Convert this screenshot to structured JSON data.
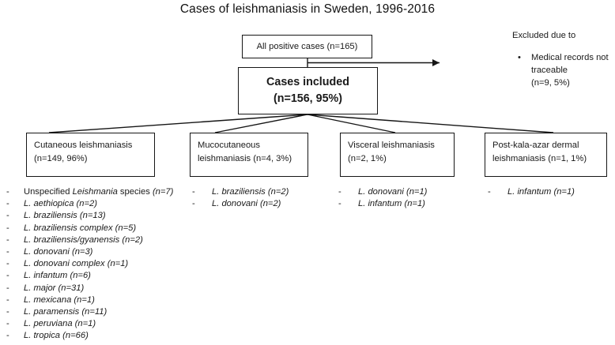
{
  "title": "Cases of leishmaniasis in Sweden, 1996-2016",
  "boxes": {
    "all_positive": "All positive cases (n=165)",
    "cases_included_line1": "Cases included",
    "cases_included_line2": "(n=156, 95%)",
    "cutaneous_line1": "Cutaneous leishmaniasis",
    "cutaneous_line2": "(n=149, 96%)",
    "mucocutaneous_line1": "Mucocutaneous",
    "mucocutaneous_line2": "leishmaniasis (n=4, 3%)",
    "visceral_line1": "Visceral leishmaniasis",
    "visceral_line2": "(n=2, 1%)",
    "postkalaazar_line1": "Post-kala-azar dermal",
    "postkalaazar_line2": "leishmaniasis (n=1, 1%)"
  },
  "excluded": {
    "heading": "Excluded due to",
    "bullet_glyph": "•",
    "item_line1": "Medical records not traceable",
    "item_line2": "(n=9, 5%)"
  },
  "dash_glyph": "-",
  "species": {
    "cutaneous": [
      {
        "prefix": "Unspecified ",
        "name": "Leishmania",
        "suffix": " species",
        "count": "(n=7)"
      },
      {
        "prefix": "",
        "name": "L. aethiopica",
        "suffix": "",
        "count": "(n=2)"
      },
      {
        "prefix": "",
        "name": "L. braziliensis",
        "suffix": "",
        "count": "(n=13)"
      },
      {
        "prefix": "",
        "name": "L. braziliensis complex",
        "suffix": "",
        "count": "(n=5)"
      },
      {
        "prefix": "",
        "name": "L. braziliensis/gyanensis",
        "suffix": "",
        "count": "(n=2)"
      },
      {
        "prefix": "",
        "name": "L. donovani",
        "suffix": "",
        "count": "(n=3)"
      },
      {
        "prefix": "",
        "name": "L. donovani complex",
        "suffix": "",
        "count": "(n=1)"
      },
      {
        "prefix": "",
        "name": "L. infantum",
        "suffix": "",
        "count": "(n=6)"
      },
      {
        "prefix": "",
        "name": "L. major",
        "suffix": "",
        "count": "(n=31)"
      },
      {
        "prefix": "",
        "name": "L. mexicana",
        "suffix": "",
        "count": "(n=1)"
      },
      {
        "prefix": "",
        "name": "L. paramensis",
        "suffix": "",
        "count": "(n=11)"
      },
      {
        "prefix": "",
        "name": "L. peruviana",
        "suffix": "",
        "count": "(n=1)"
      },
      {
        "prefix": "",
        "name": "L. tropica",
        "suffix": "",
        "count": "(n=66)"
      }
    ],
    "mucocutaneous": [
      {
        "prefix": "",
        "name": "L. braziliensis",
        "suffix": "",
        "count": "(n=2)"
      },
      {
        "prefix": "",
        "name": "L. donovani",
        "suffix": "",
        "count": "(n=2)"
      }
    ],
    "visceral": [
      {
        "prefix": "",
        "name": "L. donovani",
        "suffix": "",
        "count": "(n=1)"
      },
      {
        "prefix": "",
        "name": "L. infantum",
        "suffix": "",
        "count": "(n=1)"
      }
    ],
    "postkalaazar": [
      {
        "prefix": "",
        "name": "L. infantum",
        "suffix": "",
        "count": "(n=1)"
      }
    ]
  },
  "colors": {
    "stroke": "#161616",
    "text": "#1a1a1a",
    "background": "#ffffff"
  }
}
